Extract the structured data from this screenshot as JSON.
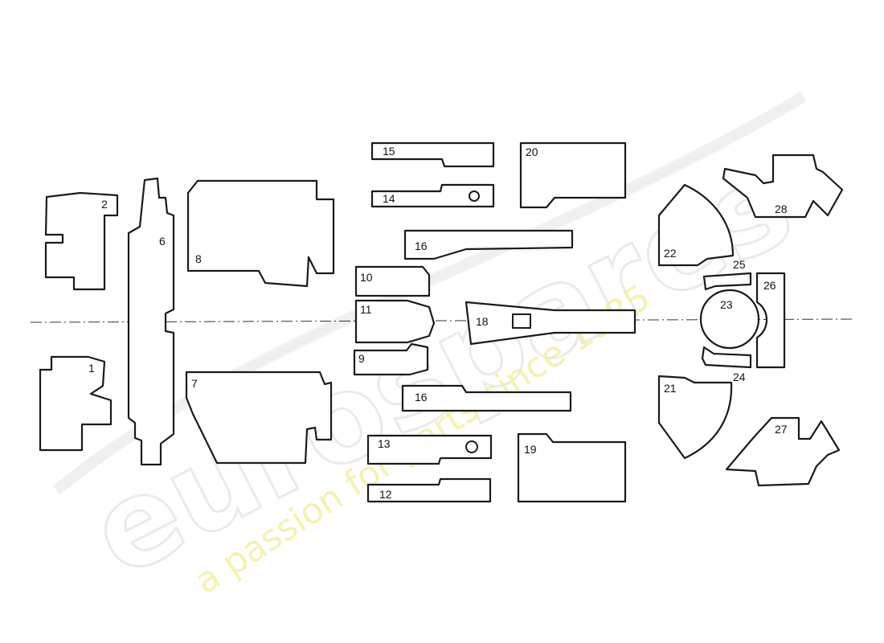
{
  "watermark": {
    "brand": "eurospares",
    "tagline": "a passion for parts since 1985"
  },
  "callouts": [
    "1",
    "2",
    "6",
    "8",
    "7",
    "15",
    "14",
    "16",
    "10",
    "11",
    "9",
    "16",
    "13",
    "12",
    "20",
    "18",
    "19",
    "22",
    "28",
    "25",
    "26",
    "23",
    "24",
    "21",
    "27"
  ]
}
